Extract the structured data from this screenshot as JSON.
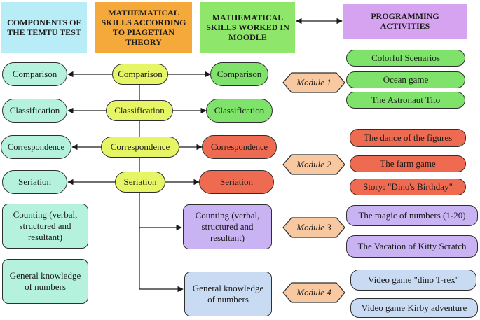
{
  "headers": {
    "components": "COMPONENTS OF THE TEMTU TEST",
    "piaget": "MATHEMATICAL SKILLS ACCORDING TO PIAGETIAN THEORY",
    "moodle": "MATHEMATICAL SKILLS WORKED IN MOODLE",
    "programming": "PROGRAMMING ACTIVITIES"
  },
  "components": [
    "Comparison",
    "Classification",
    "Correspondence",
    "Seriation",
    "Counting (verbal, structured and resultant)",
    "General knowledge of numbers"
  ],
  "piaget": [
    "Comparison",
    "Classification",
    "Correspondence",
    "Seriation"
  ],
  "moodle": [
    "Comparison",
    "Classification",
    "Correspondence",
    "Seriation",
    "Counting (verbal, structured and resultant)",
    "General knowledge of numbers"
  ],
  "modules": [
    "Module 1",
    "Module 2",
    "Module 3",
    "Module 4"
  ],
  "activities": {
    "module1": [
      "Colorful Scenarios",
      "Ocean game",
      "The Astronaut Tito"
    ],
    "module2": [
      "The dance of the figures",
      "The farm game",
      "Story: \"Dino's Birthday\""
    ],
    "module3": [
      "The magic of numbers (1-20)",
      "The Vacation of Kitty Scratch"
    ],
    "module4": [
      "Video game \"dino T-rex\"",
      "Video game Kirby adventure"
    ]
  },
  "colors": {
    "teal": "#b5f2de",
    "yellow": "#e6f566",
    "green": "#7fe26a",
    "red": "#ee6a50",
    "purple": "#c9b3f2",
    "blue": "#c9dbf2",
    "module_fill": "#f8c9a0",
    "header_components": "#b8ecf7",
    "header_piaget": "#f5a93a",
    "header_moodle": "#8ee66a",
    "header_programming": "#d6a3f0"
  }
}
